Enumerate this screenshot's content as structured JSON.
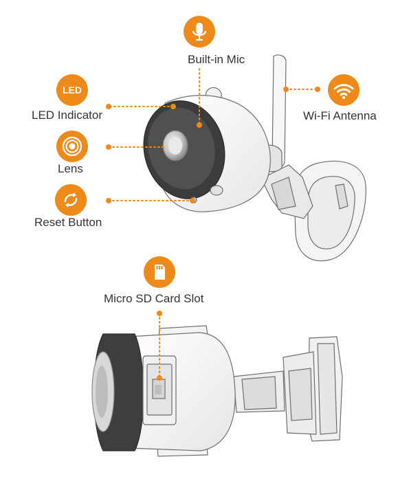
{
  "accent_color": "#ee8a1a",
  "callouts": {
    "built_in_mic": {
      "label": "Built-in Mic",
      "icon": "microphone-icon"
    },
    "led_indicator": {
      "label": "LED Indicator",
      "icon": "led-icon",
      "icon_text": "LED"
    },
    "wifi_antenna": {
      "label": "Wi-Fi Antenna",
      "icon": "wifi-icon"
    },
    "lens": {
      "label": "Lens",
      "icon": "lens-icon"
    },
    "reset_button": {
      "label": "Reset Button",
      "icon": "reset-icon"
    },
    "micro_sd_card_slot": {
      "label": "Micro SD Card Slot",
      "icon": "sd-card-icon"
    }
  }
}
